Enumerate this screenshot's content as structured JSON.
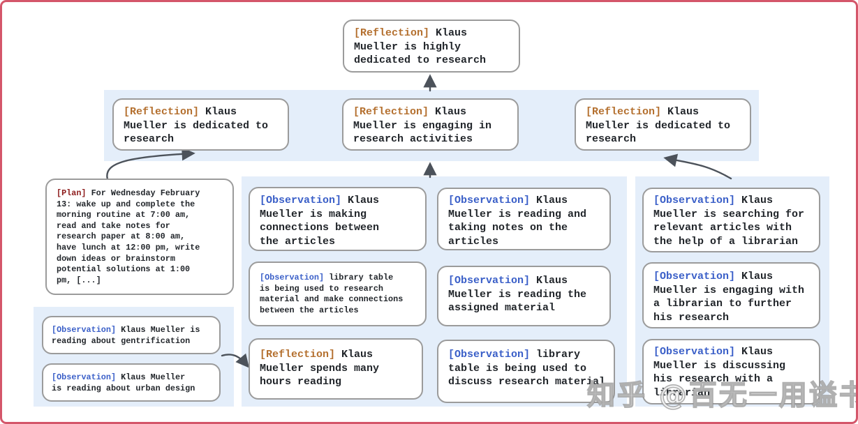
{
  "watermark": "知乎 @百无一用谥书生",
  "colors": {
    "frame": "#d4566a",
    "panel_bg": "#e4eefa",
    "node_border": "#9b9b9b",
    "reflection_tag": "#b4702f",
    "observation_tag": "#3a5fc8",
    "plan_tag": "#8e1d1d",
    "arrow": "#4c525a",
    "text": "#22262b"
  },
  "nodes": {
    "root": {
      "tag": "[Reflection]",
      "text": "Klaus Mueller is highly dedicated to research"
    },
    "row2": [
      {
        "tag": "[Reflection]",
        "text": "Klaus Mueller is dedicated to research"
      },
      {
        "tag": "[Reflection]",
        "text": "Klaus Mueller is engaging in research activities"
      },
      {
        "tag": "[Reflection]",
        "text": "Klaus Mueller is dedicated to research"
      }
    ],
    "plan": {
      "tag": "[Plan]",
      "text": "For Wednesday February 13: wake up and complete the morning routine at 7:00 am, read and take notes for research paper at 8:00 am, have lunch at 12:00 pm, write down ideas or brainstorm potential solutions at 1:00 pm, [...]"
    },
    "left_panel": [
      {
        "tag": "[Observation]",
        "text": "Klaus Mueller is reading about gentrification"
      },
      {
        "tag": "[Observation]",
        "text": "Klaus Mueller is reading about urban design"
      }
    ],
    "center_col_a": [
      {
        "tag": "[Observation]",
        "text": "Klaus Mueller is making connections between the articles"
      },
      {
        "tag": "[Observation]",
        "text": "library table is being used to research material and make connections between the articles"
      },
      {
        "tag": "[Reflection]",
        "text": "Klaus Mueller spends many hours reading"
      }
    ],
    "center_col_b": [
      {
        "tag": "[Observation]",
        "text": "Klaus Mueller is reading and taking notes on the articles"
      },
      {
        "tag": "[Observation]",
        "text": "Klaus Mueller is reading the assigned material"
      },
      {
        "tag": "[Observation]",
        "text": "library table is being used to discuss research material"
      }
    ],
    "right_panel": [
      {
        "tag": "[Observation]",
        "text": "Klaus Mueller is searching for relevant articles with the help of a librarian"
      },
      {
        "tag": "[Observation]",
        "text": "Klaus Mueller is engaging with a librarian to further his research"
      },
      {
        "tag": "[Observation]",
        "text": "Klaus Mueller is discussing his research with a librarian"
      }
    ]
  }
}
